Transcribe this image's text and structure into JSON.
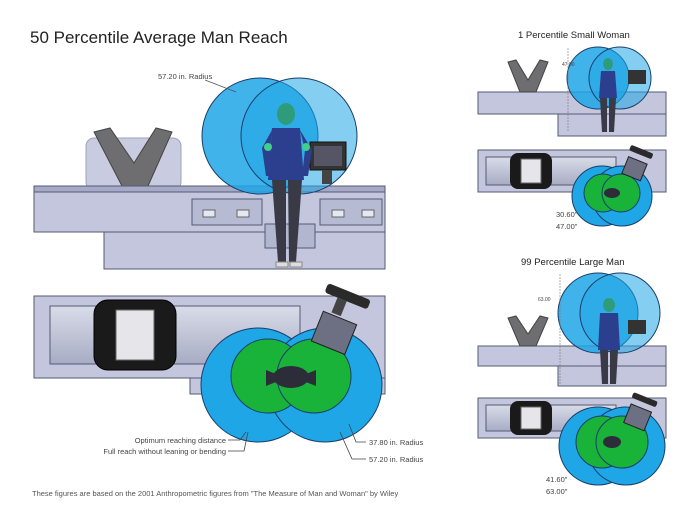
{
  "main": {
    "title": "50 Percentile Average Man Reach",
    "side_label": "57.20 in. Radius",
    "plan_labels": {
      "optimum": "Optimum reaching distance",
      "full": "Full reach without leaning or bending",
      "r1": "37.80 in. Radius",
      "r2": "57.20 in. Radius"
    }
  },
  "small_woman": {
    "title": "1 Percentile Small Woman",
    "height_mark": "47.00",
    "dims": [
      "30.60\"",
      "47.00\""
    ]
  },
  "large_man": {
    "title": "99 Percentile Large Man",
    "height_mark": "63.00",
    "dims": [
      "41.60\"",
      "63.00\""
    ]
  },
  "footer": "These figures are based on the 2001 Anthropometric figures from \"The Measure of Man and Woman\" by Wiley",
  "colors": {
    "counter": "#c3c6dc",
    "counter_dark": "#9da1bf",
    "outline": "#555a75",
    "reach_full": "#1fa6e6",
    "reach_optimum": "#19b33a",
    "figure": "#2c3e8e",
    "skin": "#2e9c7a",
    "hopper": "#7a7a7a"
  }
}
